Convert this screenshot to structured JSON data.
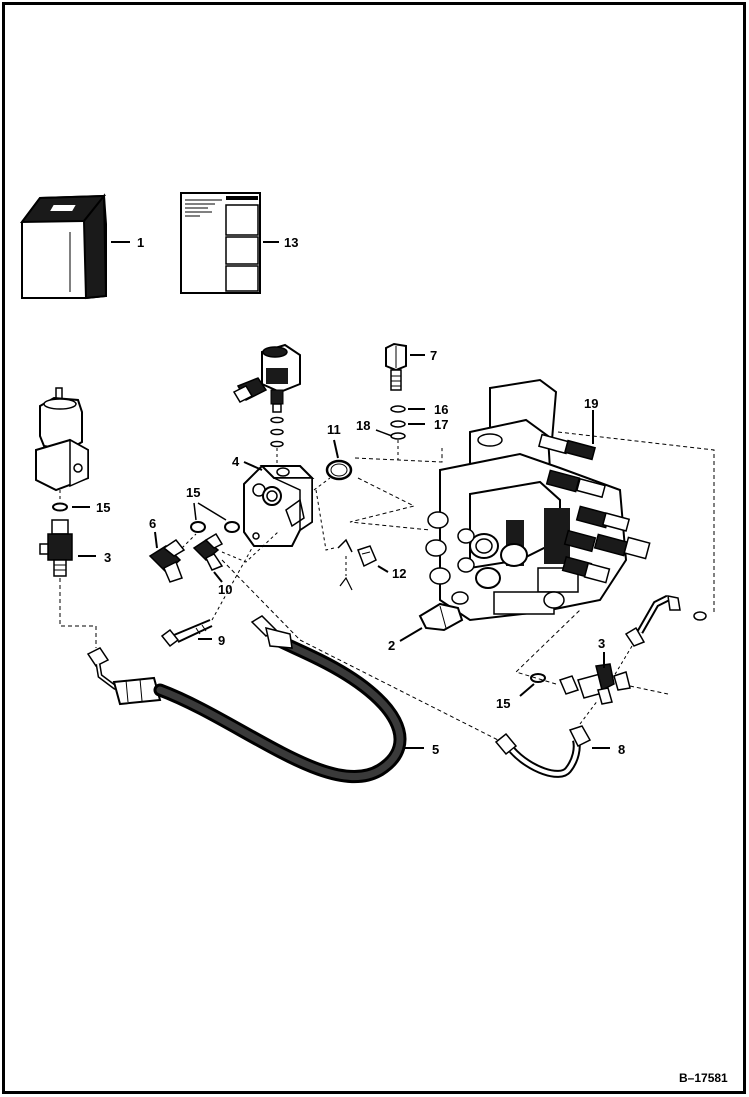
{
  "figure_id": "B–17581",
  "callouts": {
    "c1": "1",
    "c2": "2",
    "c3a": "3",
    "c3b": "3",
    "c4": "4",
    "c5": "5",
    "c6": "6",
    "c7": "7",
    "c8": "8",
    "c9": "9",
    "c10": "10",
    "c11": "11",
    "c12": "12",
    "c13": "13",
    "c15a": "15",
    "c15b": "15",
    "c15c": "15",
    "c16": "16",
    "c17": "17",
    "c18": "18",
    "c19": "19"
  },
  "parts": [
    {
      "ref": "1",
      "icon": "kit-box-icon"
    },
    {
      "ref": "13",
      "icon": "instruction-sheet-icon"
    },
    {
      "ref": "7",
      "icon": "plug-fitting-icon"
    },
    {
      "ref": "16",
      "icon": "o-ring-icon"
    },
    {
      "ref": "17",
      "icon": "o-ring-icon"
    },
    {
      "ref": "18",
      "icon": "o-ring-icon"
    },
    {
      "ref": "19",
      "icon": "fitting-icon"
    },
    {
      "ref": "11",
      "icon": "o-ring-icon"
    },
    {
      "ref": "4",
      "icon": "valve-block-icon"
    },
    {
      "ref": "12",
      "icon": "orifice-fitting-icon"
    },
    {
      "ref": "2",
      "icon": "control-valve-icon"
    },
    {
      "ref": "3",
      "icon": "tee-fitting-icon"
    },
    {
      "ref": "15",
      "icon": "o-ring-icon"
    },
    {
      "ref": "6",
      "icon": "elbow-fitting-icon"
    },
    {
      "ref": "10",
      "icon": "elbow-fitting-icon"
    },
    {
      "ref": "9",
      "icon": "bolt-icon"
    },
    {
      "ref": "5",
      "icon": "hose-icon"
    },
    {
      "ref": "8",
      "icon": "tube-line-icon"
    }
  ],
  "colors": {
    "ink": "#000000",
    "paper": "#ffffff",
    "fill_dark": "#1a1a1a",
    "fill_mid": "#9a9a9a",
    "fill_light": "#e6e6e6"
  }
}
